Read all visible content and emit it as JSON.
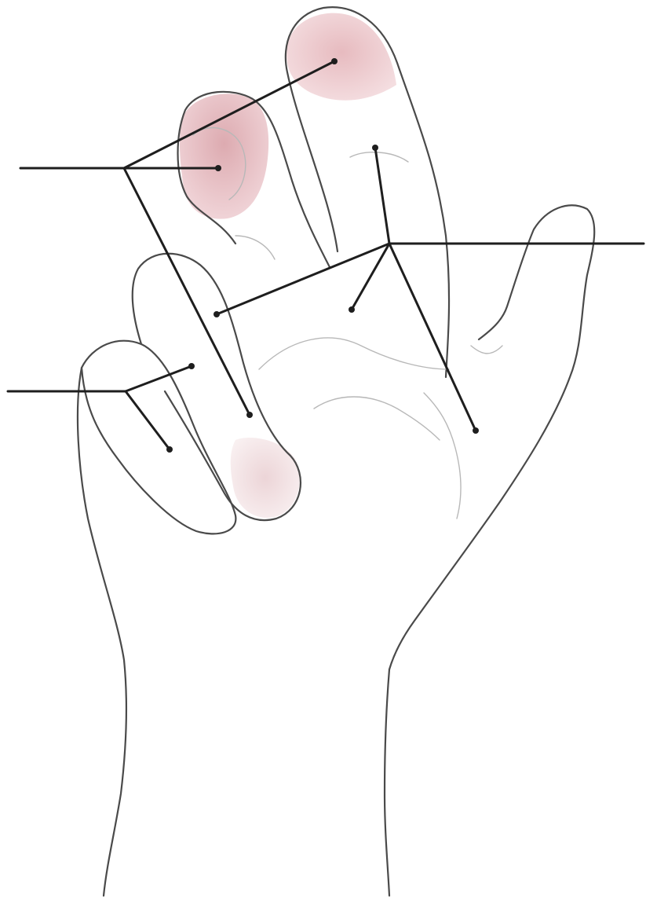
{
  "figure": {
    "subject": "hand-grip-illustration",
    "colors": {
      "fingertip_tint": "#d9a3a8",
      "outline": "#4a4a4a",
      "leader": "#1e1e1e",
      "background": "#ffffff"
    },
    "callouts": [
      {
        "id": "left-upper",
        "label_text": ""
      },
      {
        "id": "left-lower",
        "label_text": ""
      },
      {
        "id": "right-middle",
        "label_text": ""
      }
    ]
  }
}
